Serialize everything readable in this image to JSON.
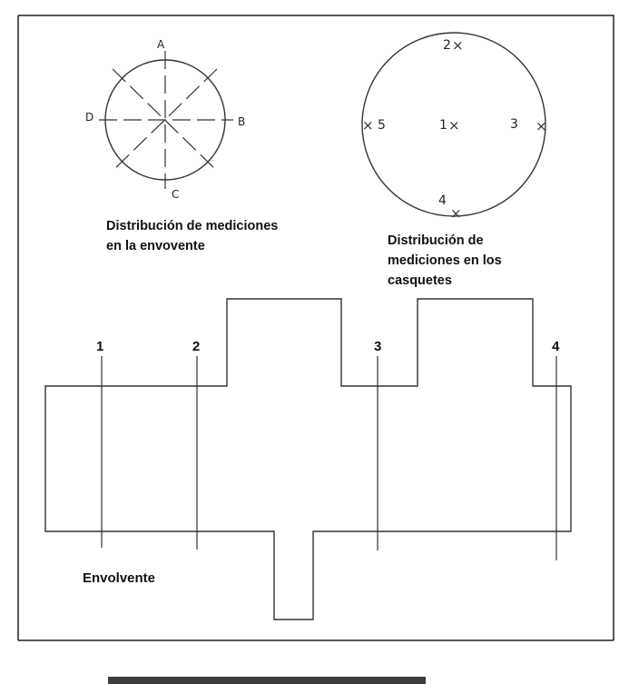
{
  "envolvente_distribution": {
    "points": [
      "A",
      "B",
      "C",
      "D"
    ],
    "caption_line1": "Distribución de mediciones",
    "caption_line2": "en la envovente"
  },
  "casquetes_distribution": {
    "points": [
      "1",
      "2",
      "3",
      "4",
      "5"
    ],
    "mark_glyph": "×",
    "caption_line1": "Distribución de",
    "caption_line2": "mediciones en los",
    "caption_line3": "casquetes"
  },
  "envolvente_layout": {
    "section_labels": [
      "1",
      "2",
      "3",
      "4"
    ],
    "caption": "Envolvente"
  },
  "colors": {
    "line": "#333333",
    "text": "#111111"
  }
}
